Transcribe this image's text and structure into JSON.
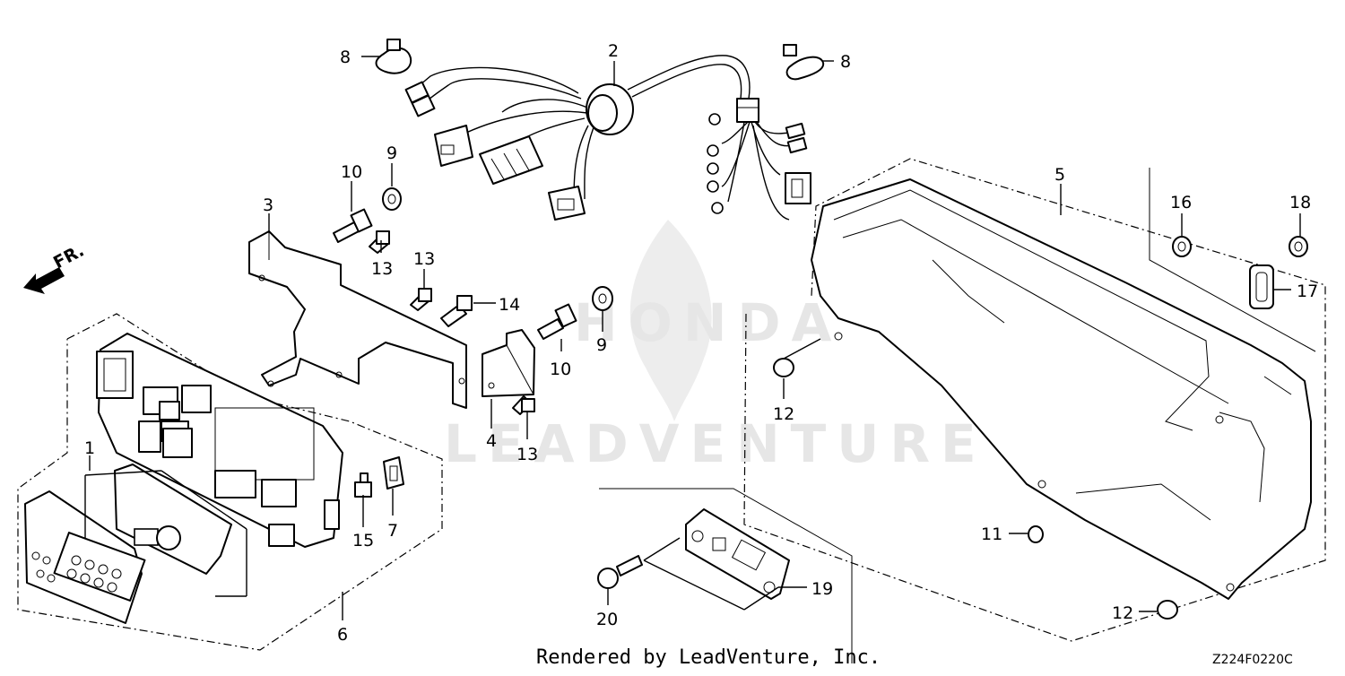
{
  "direction_label": "FR.",
  "watermark": {
    "brand": "HONDA",
    "name": "LEADVENTURE"
  },
  "footer": {
    "credit": "Rendered by LeadVenture, Inc.",
    "diagram_code": "Z224F0220C"
  },
  "callouts": {
    "c1": "1",
    "c2": "2",
    "c3": "3",
    "c4": "4",
    "c5": "5",
    "c6": "6",
    "c7": "7",
    "c8a": "8",
    "c8b": "8",
    "c9a": "9",
    "c9b": "9",
    "c10a": "10",
    "c10b": "10",
    "c11": "11",
    "c12a": "12",
    "c12b": "12",
    "c13a": "13",
    "c13b": "13",
    "c13c": "13",
    "c14": "14",
    "c15": "15",
    "c16": "16",
    "c17": "17",
    "c18": "18",
    "c19": "19",
    "c20": "20"
  }
}
